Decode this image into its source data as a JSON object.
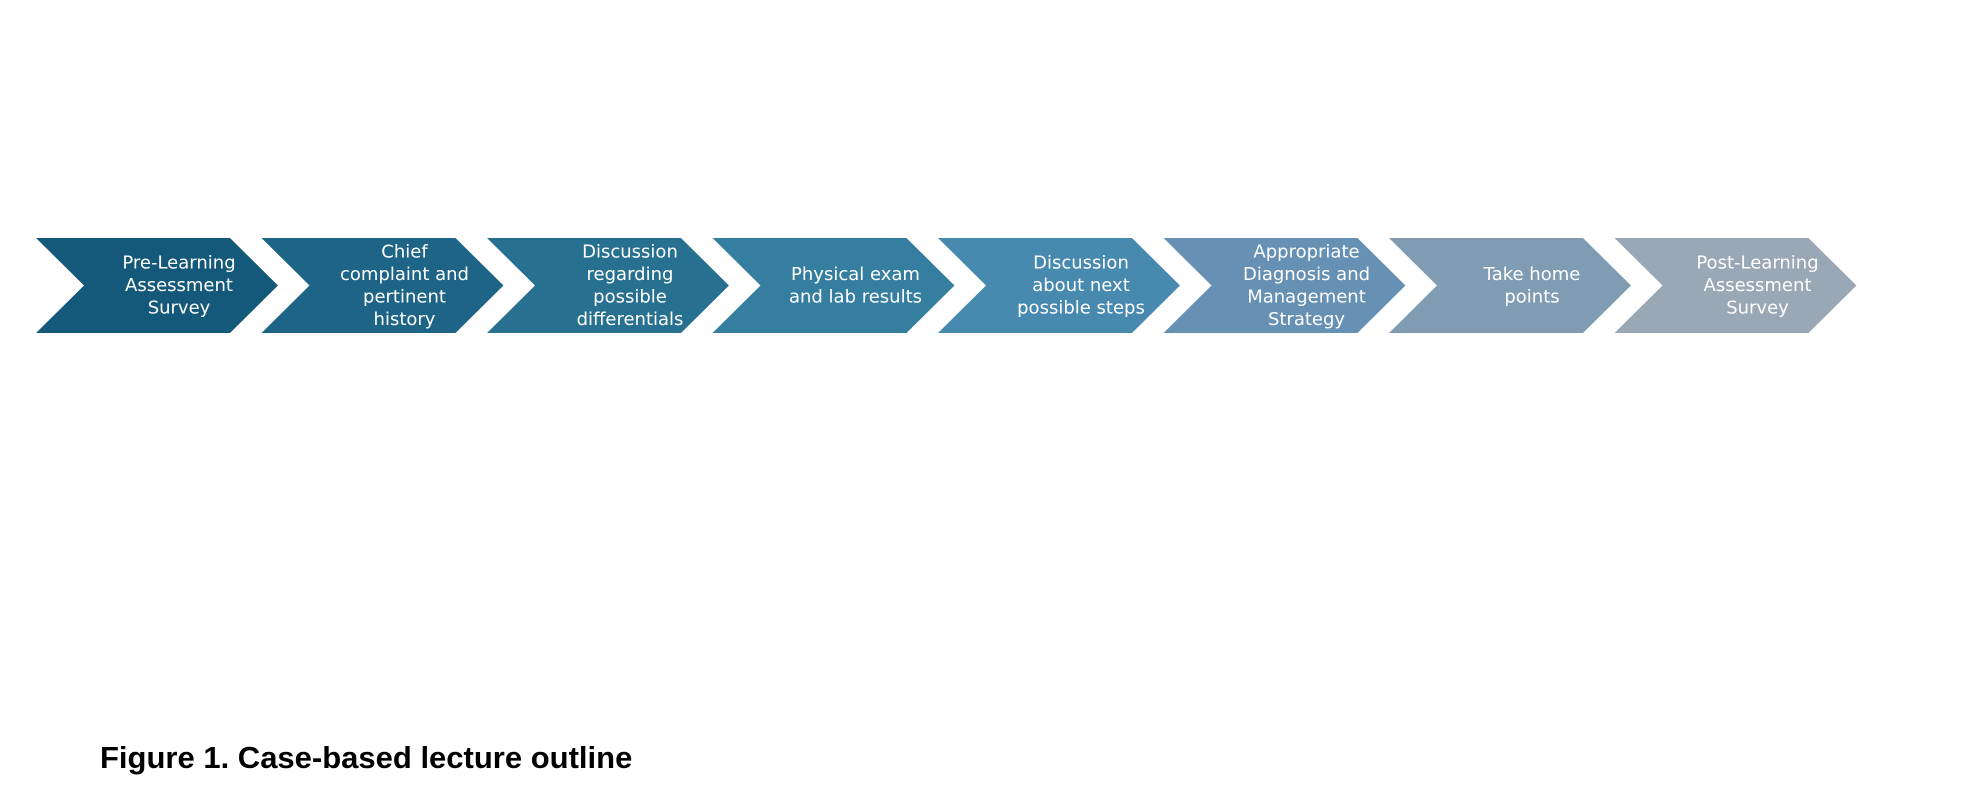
{
  "steps": [
    {
      "lines": [
        "Pre-Learning",
        "Assessment",
        "Survey"
      ],
      "color": "#15597a"
    },
    {
      "lines": [
        "Chief",
        "complaint and",
        "pertinent",
        "history"
      ],
      "color": "#1d6487"
    },
    {
      "lines": [
        "Discussion",
        "regarding",
        "possible",
        "differentials"
      ],
      "color": "#27708f"
    },
    {
      "lines": [
        "Physical exam",
        "and lab results"
      ],
      "color": "#357ea0"
    },
    {
      "lines": [
        "Discussion",
        "about next",
        "possible steps"
      ],
      "color": "#4789af"
    },
    {
      "lines": [
        "Appropriate",
        "Diagnosis and",
        "Management",
        "Strategy"
      ],
      "color": "#6690b4"
    },
    {
      "lines": [
        "Take home",
        "points"
      ],
      "color": "#7f9cb3"
    },
    {
      "lines": [
        "Post-Learning",
        "Assessment",
        "Survey"
      ],
      "color": "#9aa7b4"
    }
  ],
  "caption": "Figure 1. Case-based lecture outline"
}
